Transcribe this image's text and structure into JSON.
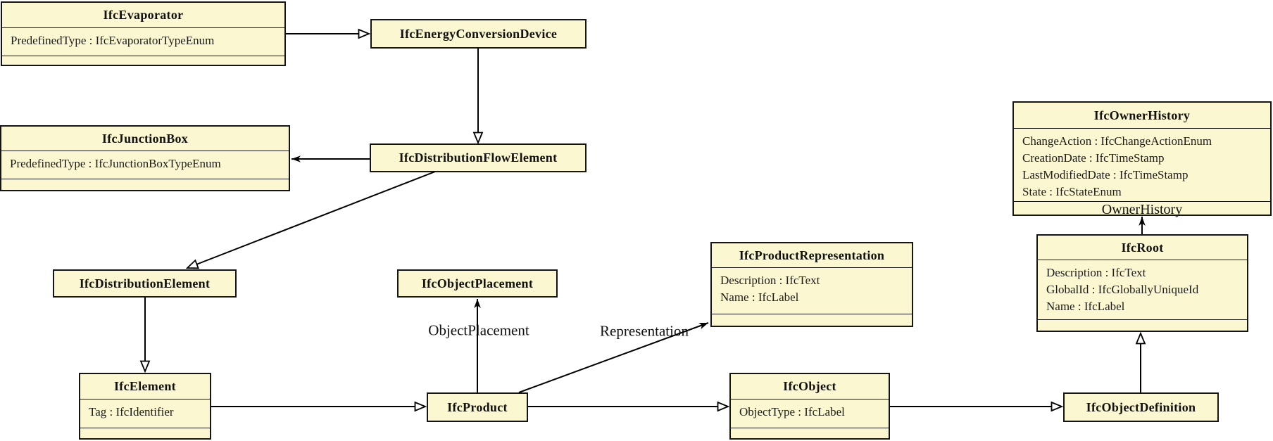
{
  "diagram": {
    "kind": "uml-class-diagram",
    "colors": {
      "node_fill": "#fbf7d0",
      "node_border": "#151515",
      "background": "#ffffff",
      "edge": "#000000"
    },
    "nodes": [
      {
        "id": "IfcEvaporator",
        "title": "IfcEvaporator",
        "attributes": [
          "PredefinedType : IfcEvaporatorTypeEnum"
        ],
        "empty_footer": true
      },
      {
        "id": "IfcEnergyConversionDevice",
        "title": "IfcEnergyConversionDevice"
      },
      {
        "id": "IfcJunctionBox",
        "title": "IfcJunctionBox",
        "attributes": [
          "PredefinedType : IfcJunctionBoxTypeEnum"
        ],
        "empty_footer": true
      },
      {
        "id": "IfcDistributionFlowElement",
        "title": "IfcDistributionFlowElement"
      },
      {
        "id": "IfcDistributionElement",
        "title": "IfcDistributionElement"
      },
      {
        "id": "IfcObjectPlacement",
        "title": "IfcObjectPlacement"
      },
      {
        "id": "IfcProductRepresentation",
        "title": "IfcProductRepresentation",
        "attributes": [
          "Description : IfcText",
          "Name : IfcLabel"
        ],
        "empty_footer": true
      },
      {
        "id": "IfcOwnerHistory",
        "title": "IfcOwnerHistory",
        "attributes": [
          "ChangeAction : IfcChangeActionEnum",
          "CreationDate : IfcTimeStamp",
          "LastModifiedDate : IfcTimeStamp",
          "State : IfcStateEnum"
        ],
        "footer_label": "OwnerHistory"
      },
      {
        "id": "IfcRoot",
        "title": "IfcRoot",
        "attributes": [
          "Description : IfcText",
          "GlobalId : IfcGloballyUniqueId",
          "Name : IfcLabel"
        ],
        "empty_footer": true
      },
      {
        "id": "IfcElement",
        "title": "IfcElement",
        "attributes": [
          "Tag : IfcIdentifier"
        ],
        "empty_footer": true
      },
      {
        "id": "IfcProduct",
        "title": "IfcProduct"
      },
      {
        "id": "IfcObject",
        "title": "IfcObject",
        "attributes": [
          "ObjectType : IfcLabel"
        ],
        "empty_footer": true
      },
      {
        "id": "IfcObjectDefinition",
        "title": "IfcObjectDefinition"
      }
    ],
    "edges": [
      {
        "from": "IfcEvaporator",
        "to": "IfcEnergyConversionDevice",
        "type": "generalization"
      },
      {
        "from": "IfcEnergyConversionDevice",
        "to": "IfcDistributionFlowElement",
        "type": "generalization"
      },
      {
        "from": "IfcDistributionFlowElement",
        "to": "IfcJunctionBox",
        "type": "reference"
      },
      {
        "from": "IfcDistributionFlowElement",
        "to": "IfcDistributionElement",
        "type": "generalization"
      },
      {
        "from": "IfcDistributionElement",
        "to": "IfcElement",
        "type": "generalization"
      },
      {
        "from": "IfcElement",
        "to": "IfcProduct",
        "type": "generalization"
      },
      {
        "from": "IfcProduct",
        "to": "IfcObjectPlacement",
        "type": "reference",
        "label": "ObjectPlacement"
      },
      {
        "from": "IfcProduct",
        "to": "IfcProductRepresentation",
        "type": "reference",
        "label": "Representation"
      },
      {
        "from": "IfcProduct",
        "to": "IfcObject",
        "type": "generalization"
      },
      {
        "from": "IfcObject",
        "to": "IfcObjectDefinition",
        "type": "generalization"
      },
      {
        "from": "IfcObjectDefinition",
        "to": "IfcRoot",
        "type": "generalization"
      },
      {
        "from": "IfcRoot",
        "to": "IfcOwnerHistory",
        "type": "reference",
        "label": "OwnerHistory"
      }
    ]
  }
}
